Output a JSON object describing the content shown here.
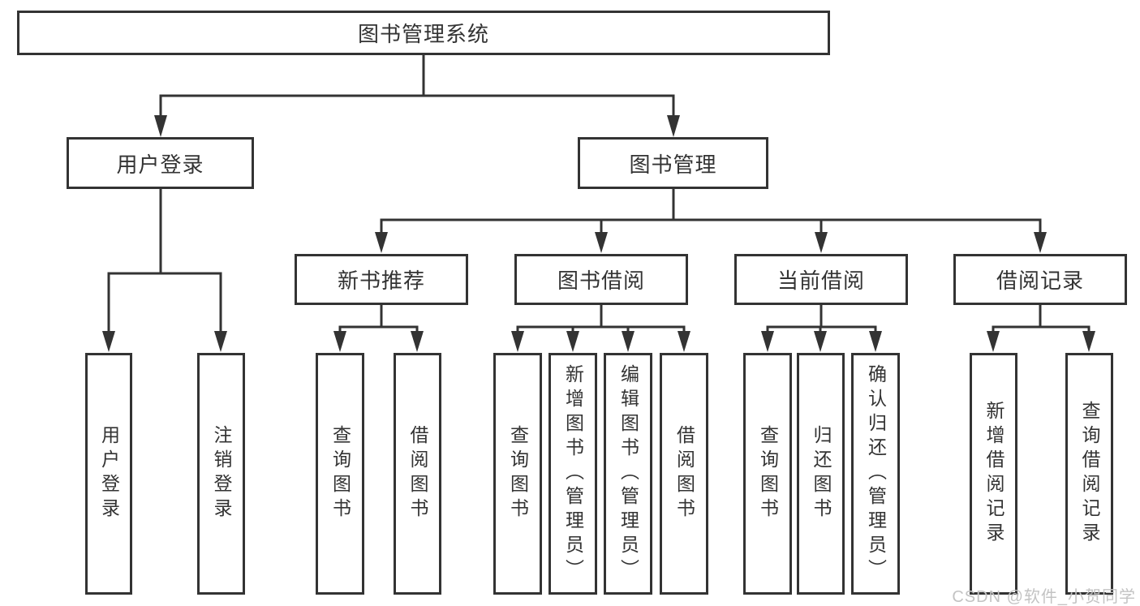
{
  "nodes": {
    "root": "图书管理系统",
    "user_login_branch": "用户登录",
    "book_management": "图书管理",
    "user_login": "用户登录",
    "logout_login": "注销登录",
    "new_book_recommend": "新书推荐",
    "book_borrowing": "图书借阅",
    "current_borrowing": "当前借阅",
    "borrowing_records": "借阅记录",
    "nbr_query_books": "查询图书",
    "nbr_borrow_books": "借阅图书",
    "bb_query_books": "查询图书",
    "bb_add_books": "新增图书（管理员）",
    "bb_edit_books": "编辑图书（管理员）",
    "bb_borrow_books": "借阅图书",
    "cb_query_books": "查询图书",
    "cb_return_books": "归还图书",
    "cb_confirm_return": "确认归还（管理员）",
    "br_add_record": "新增借阅记录",
    "br_query_record": "查询借阅记录"
  },
  "watermark": "CSDN @软件_小贺同学",
  "colors": {
    "line": "#333333",
    "text": "#333333",
    "watermark": "#c3c3c3",
    "background": "#ffffff"
  }
}
